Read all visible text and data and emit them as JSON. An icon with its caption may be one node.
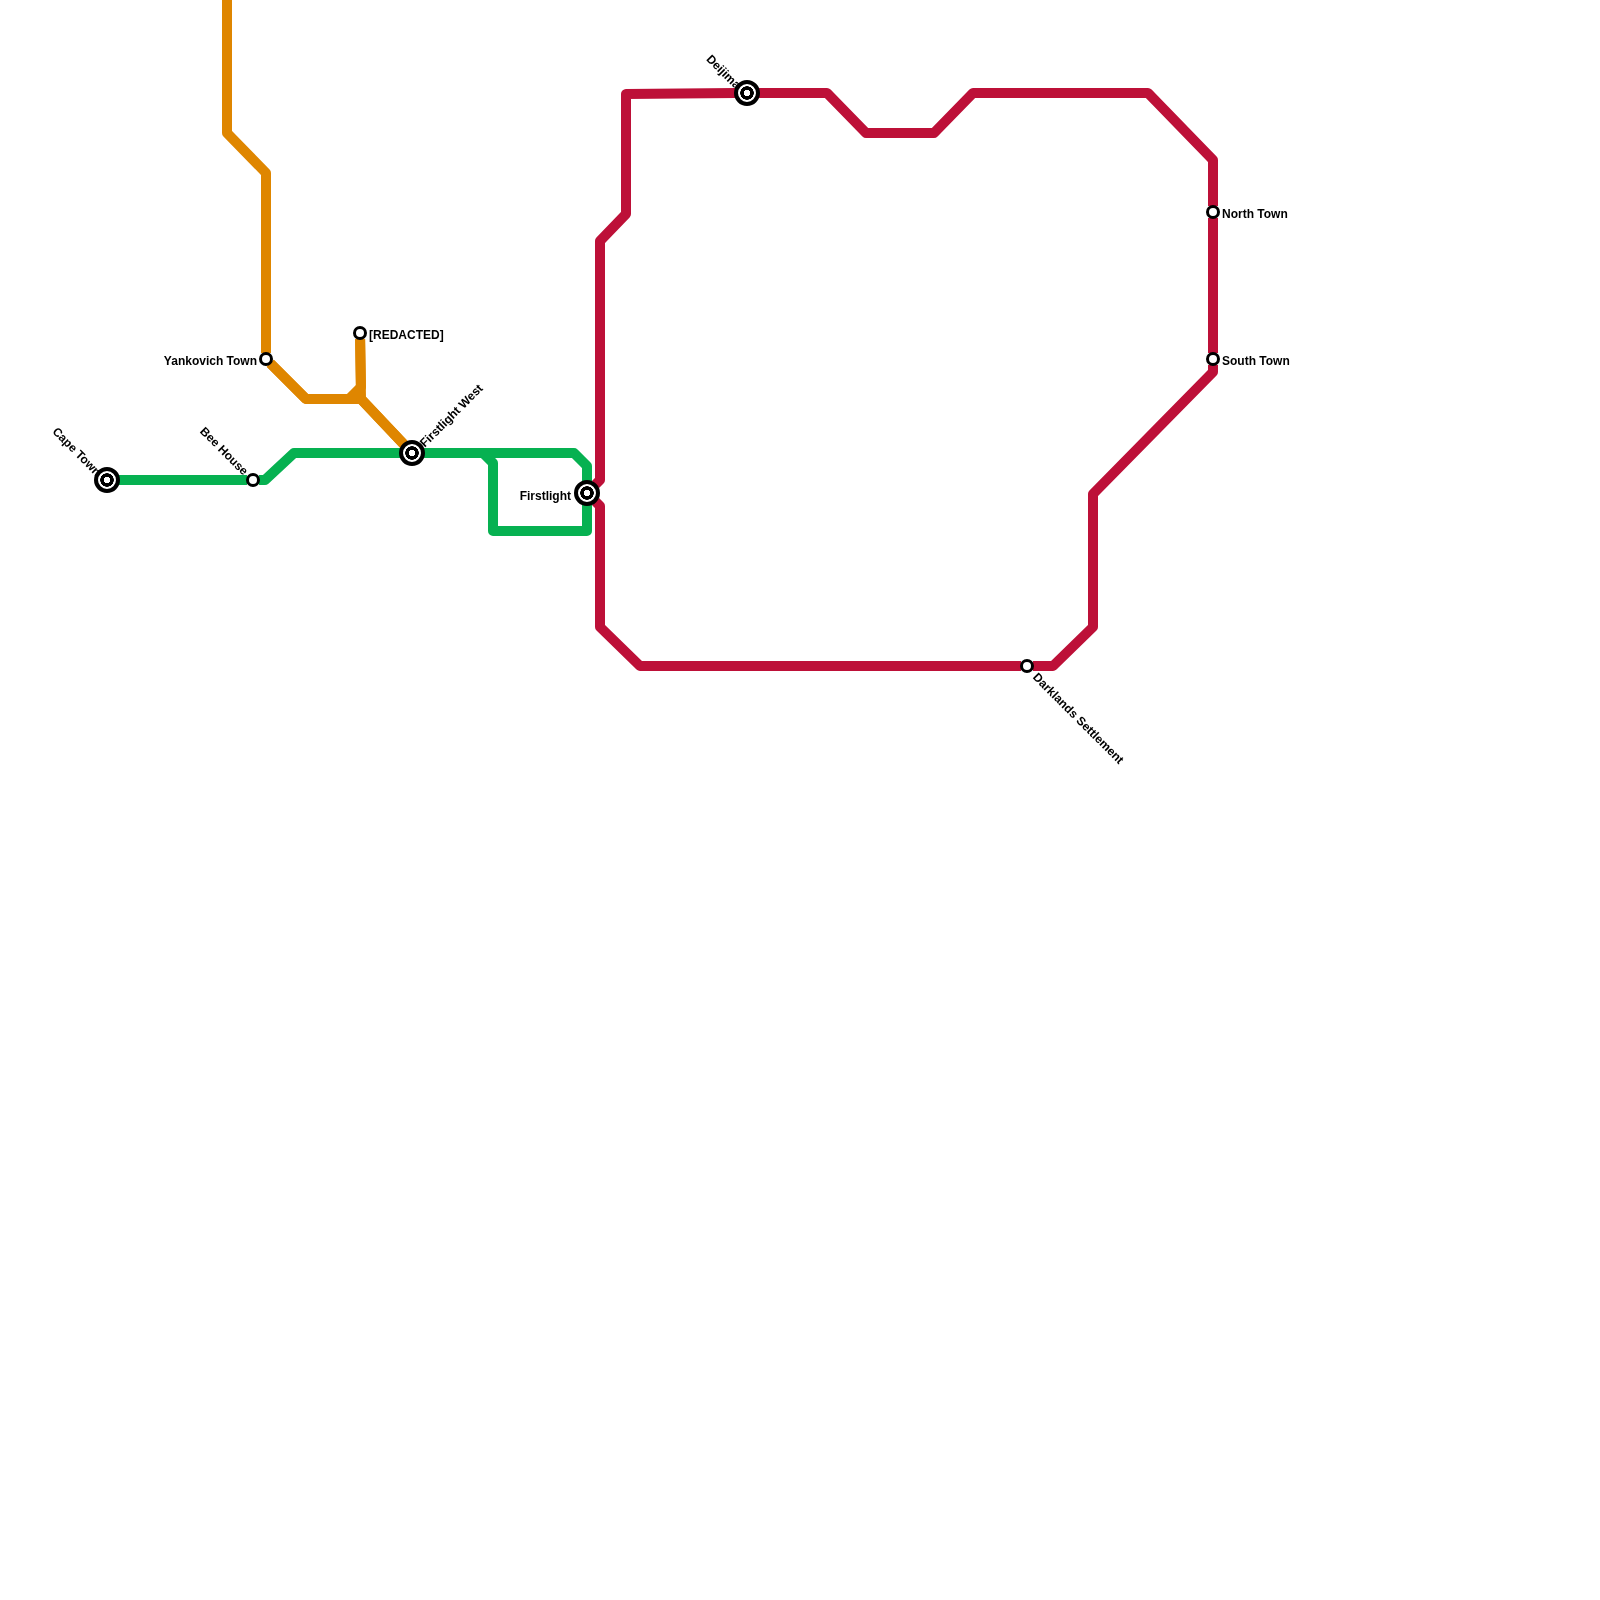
{
  "diagram": {
    "nodes": [
      {
        "text": [
          "Cape Town"
        ]
      },
      {
        "text": [
          "Bee House"
        ]
      },
      {
        "text": [
          "Yankovich Town"
        ]
      },
      {
        "text": [
          "[REDACTED]"
        ]
      },
      {
        "text": [
          "Firstlight West"
        ]
      },
      {
        "text": [
          "Firstlight"
        ]
      },
      {
        "text": [
          "Deijima"
        ]
      },
      {
        "text": [
          "North Town"
        ]
      },
      {
        "text": [
          "South Town"
        ]
      },
      {
        "text": [
          "Darklands Settlement"
        ]
      }
    ],
    "edges": [
      {
        "from": null,
        "to": 2,
        "arrow": "none",
        "color": "#df8600"
      },
      {
        "from": 2,
        "to": 4,
        "arrow": "none",
        "color": "#df8600"
      },
      {
        "from": 3,
        "to": 4,
        "arrow": "none",
        "color": "#df8600"
      },
      {
        "from": 2,
        "to": 3,
        "arrow": "none",
        "color": "#df8600"
      },
      {
        "from": 0,
        "to": 1,
        "arrow": "none",
        "color": "#06b151"
      },
      {
        "from": 1,
        "to": 4,
        "arrow": "none",
        "color": "#06b151"
      },
      {
        "from": 4,
        "to": 5,
        "arrow": "none",
        "color": "#06b151"
      },
      {
        "from": 4,
        "to": 5,
        "arrow": "none",
        "color": "#06b151"
      },
      {
        "from": 5,
        "to": 6,
        "arrow": "none"
      },
      {
        "from": 6,
        "to": 7,
        "arrow": "none"
      },
      {
        "from": 7,
        "to": 8,
        "arrow": "none"
      },
      {
        "from": 8,
        "to": 9,
        "arrow": "none"
      },
      {
        "from": 9,
        "to": 5,
        "arrow": "none"
      }
    ]
  }
}
